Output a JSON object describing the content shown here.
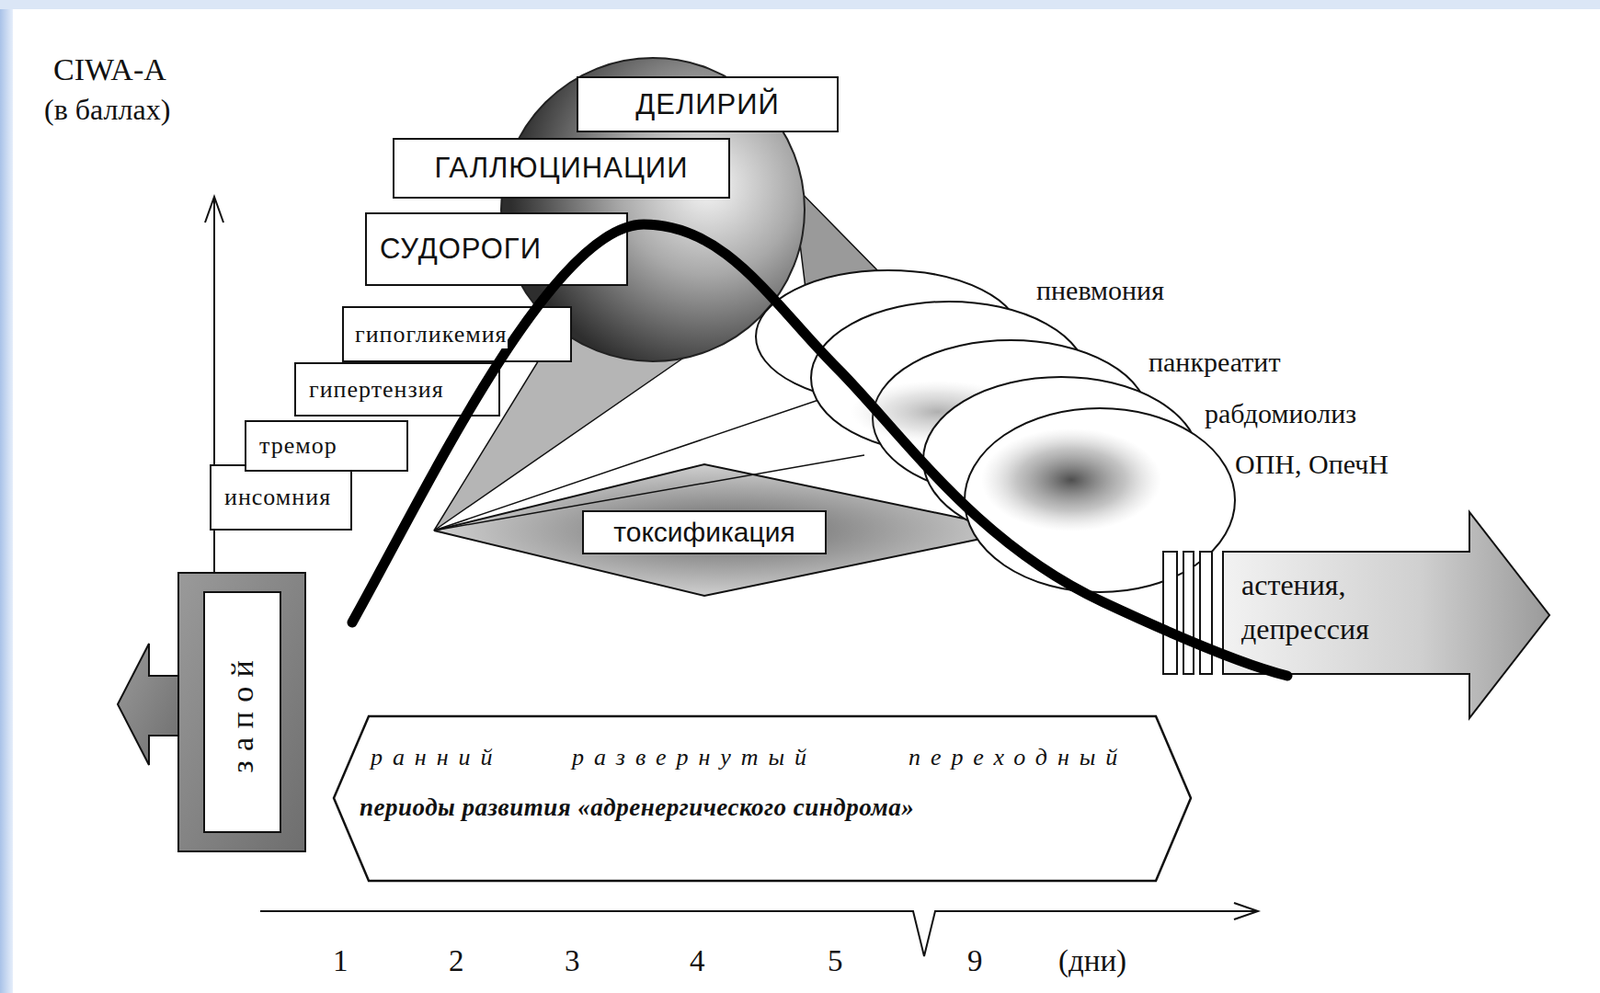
{
  "diagram": {
    "nodes": [
      {
        "text": [
          "запой"
        ]
      },
      {
        "text": [
          "инсомния"
        ]
      },
      {
        "text": [
          "тремор"
        ]
      },
      {
        "text": [
          "гипертензия"
        ]
      },
      {
        "text": [
          "гипогликемия"
        ]
      },
      {
        "text": [
          "СУДОРОГИ"
        ]
      },
      {
        "text": [
          "ГАЛЛЮЦИНАЦИИ"
        ]
      },
      {
        "text": [
          "ДЕЛИРИЙ"
        ]
      },
      {
        "text": [
          "токсификация"
        ]
      },
      {
        "text": [
          "астения, депрессия"
        ]
      },
      {
        "text": [
          "ранний",
          "развернутый",
          "переходный",
          "периоды развития «адренергического синдрома»"
        ]
      }
    ],
    "labels": [
      "CIWA-A",
      "(в баллах)",
      "пневмония",
      "панкреатит",
      "рабдомиолиз",
      "ОПН, ОпечН",
      "1",
      "2",
      "3",
      "4",
      "5",
      "9",
      "(дни)"
    ]
  }
}
